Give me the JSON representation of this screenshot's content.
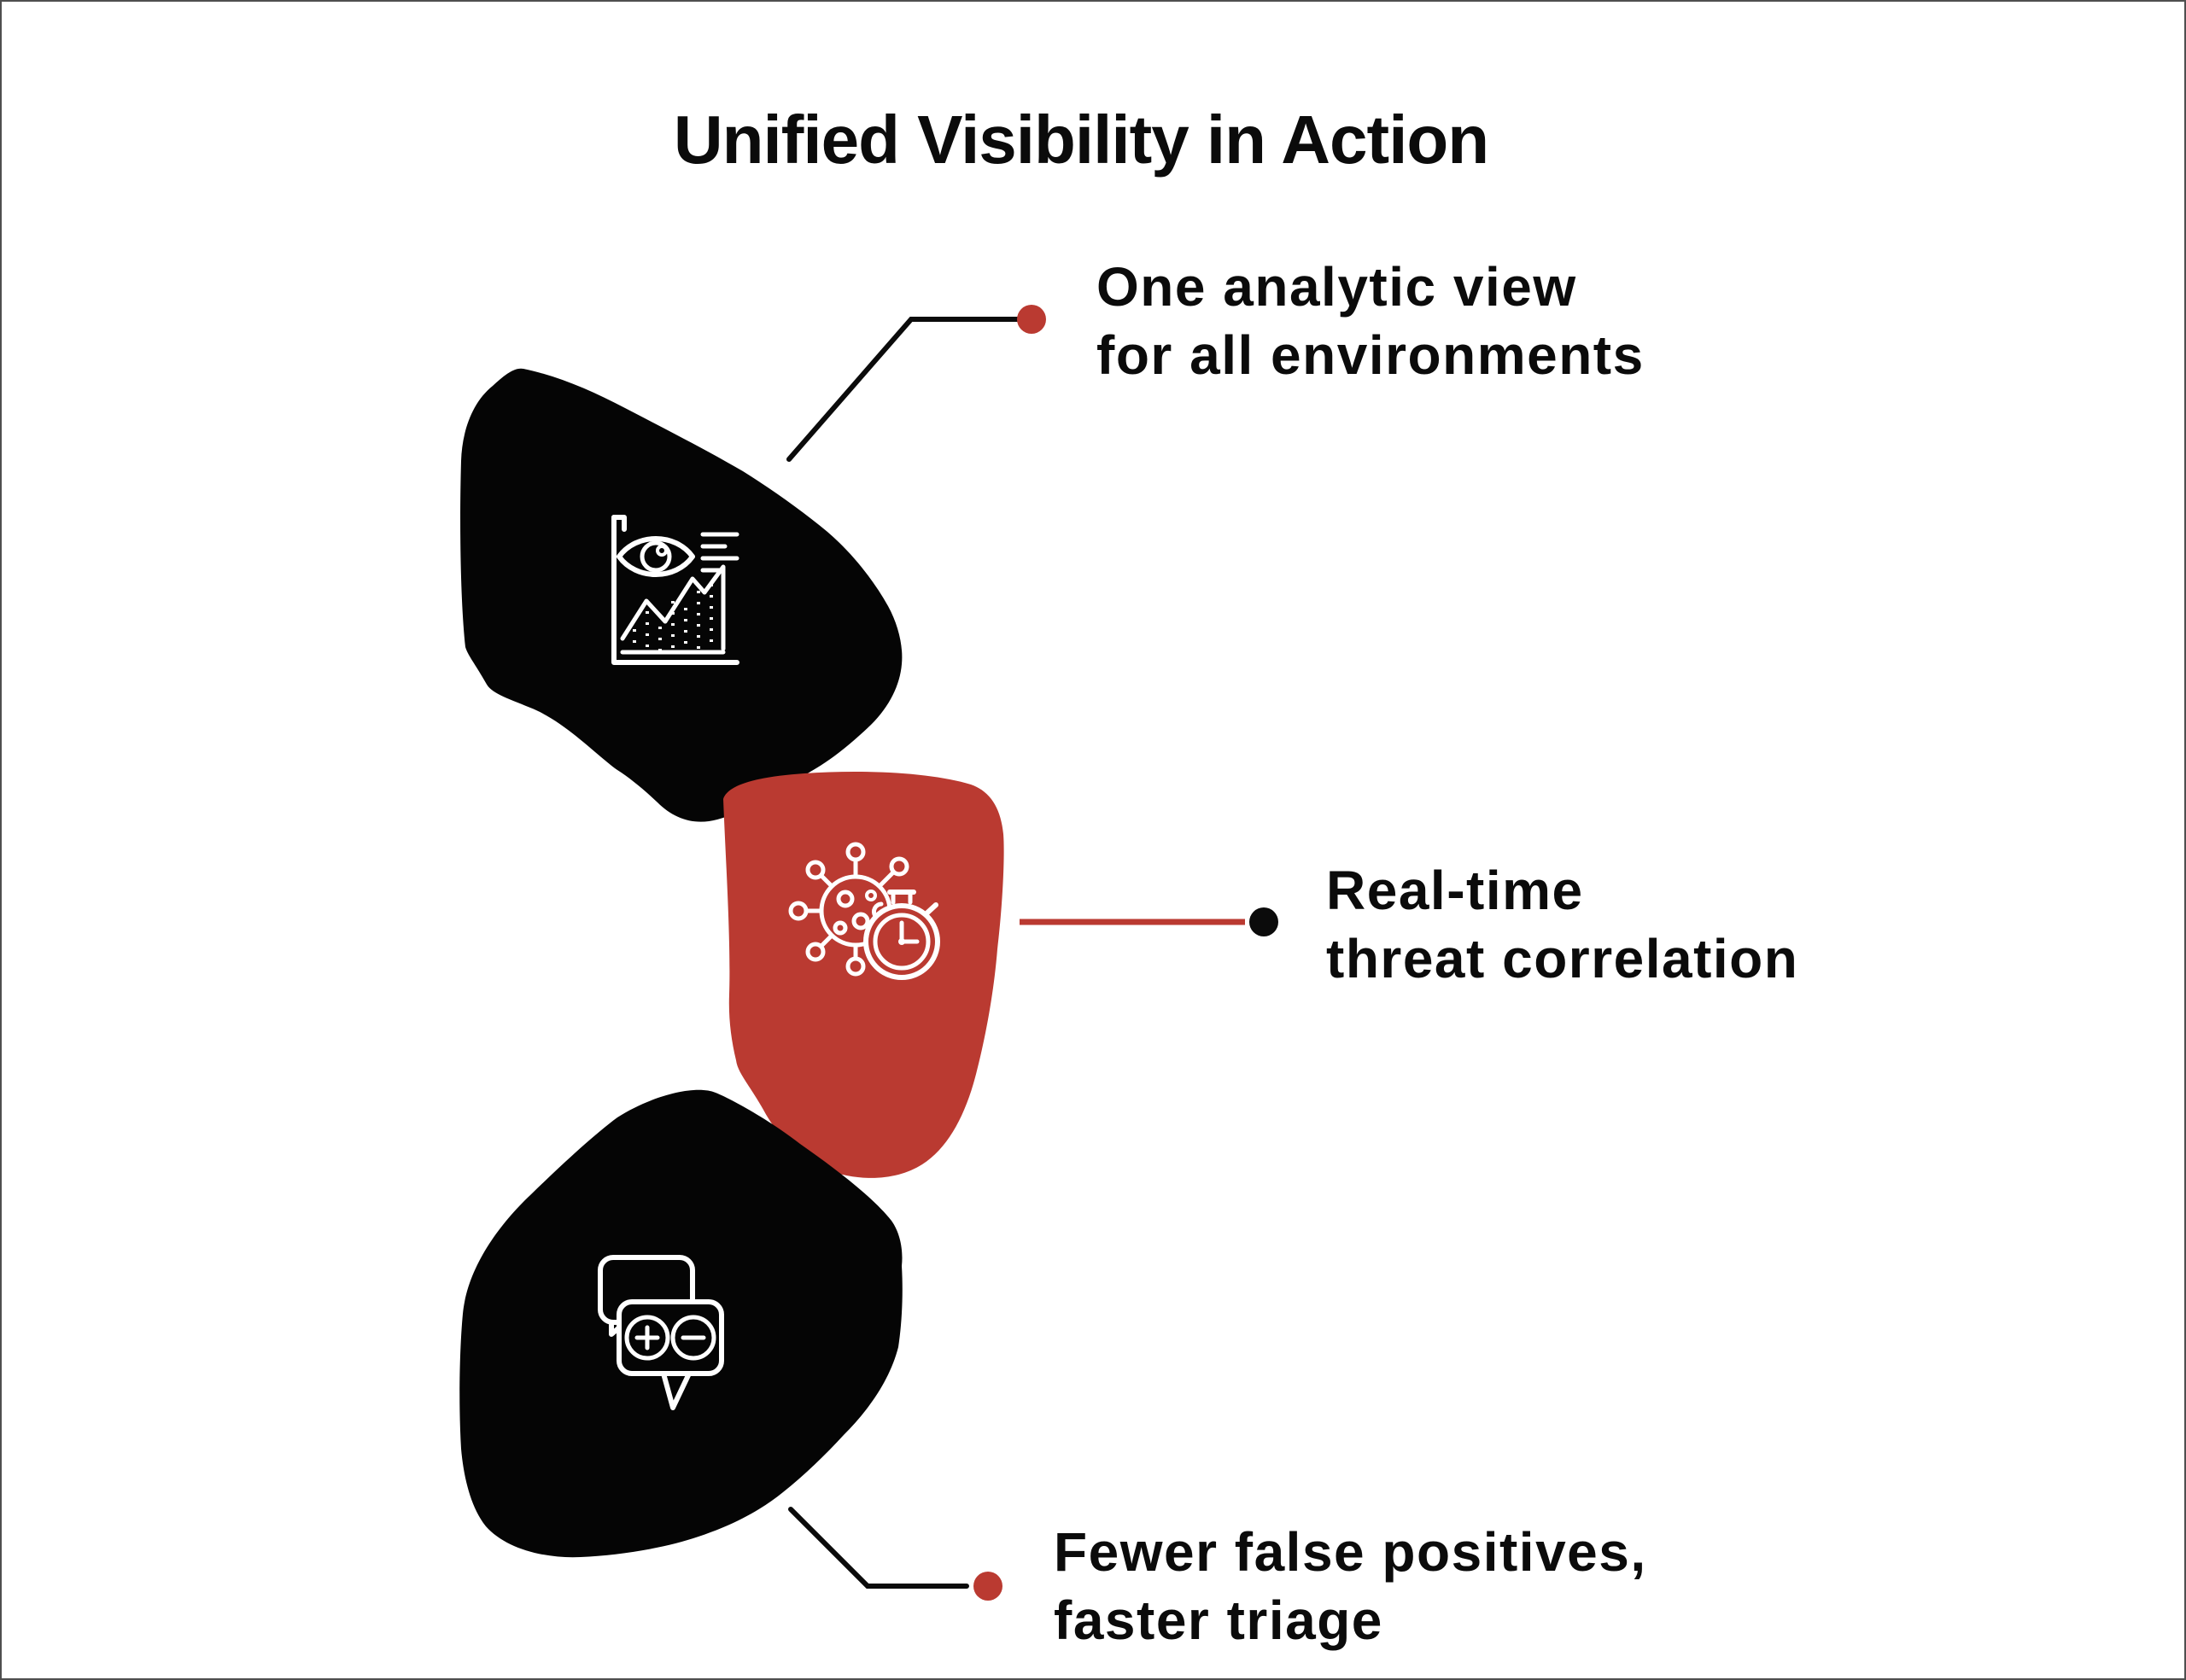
{
  "page": {
    "title": "Unified Visibility in Action",
    "background": "#ffffff",
    "border_color": "#4f4f4f"
  },
  "colors": {
    "accent_red": "#BA3A31",
    "ink_black": "#0b0b0b",
    "blob_black": "#050505",
    "icon_stroke": "#ffffff"
  },
  "items": [
    {
      "id": "unified-analytics",
      "icon": "analytics-eye-chart-icon",
      "blob_color": "#050505",
      "connector_color": "#0b0b0b",
      "dot_color": "#BA3A31",
      "label_line1": "One analytic view",
      "label_line2": "for all environments"
    },
    {
      "id": "threat-correlation",
      "icon": "virus-stopwatch-icon",
      "blob_color": "#BA3A31",
      "connector_color": "#BA3A31",
      "dot_color": "#0b0b0b",
      "label_line1": "Real-time",
      "label_line2": "threat correlation"
    },
    {
      "id": "faster-triage",
      "icon": "chat-plus-minus-icon",
      "blob_color": "#050505",
      "connector_color": "#0b0b0b",
      "dot_color": "#BA3A31",
      "label_line1": "Fewer false positives,",
      "label_line2": "faster triage"
    }
  ]
}
